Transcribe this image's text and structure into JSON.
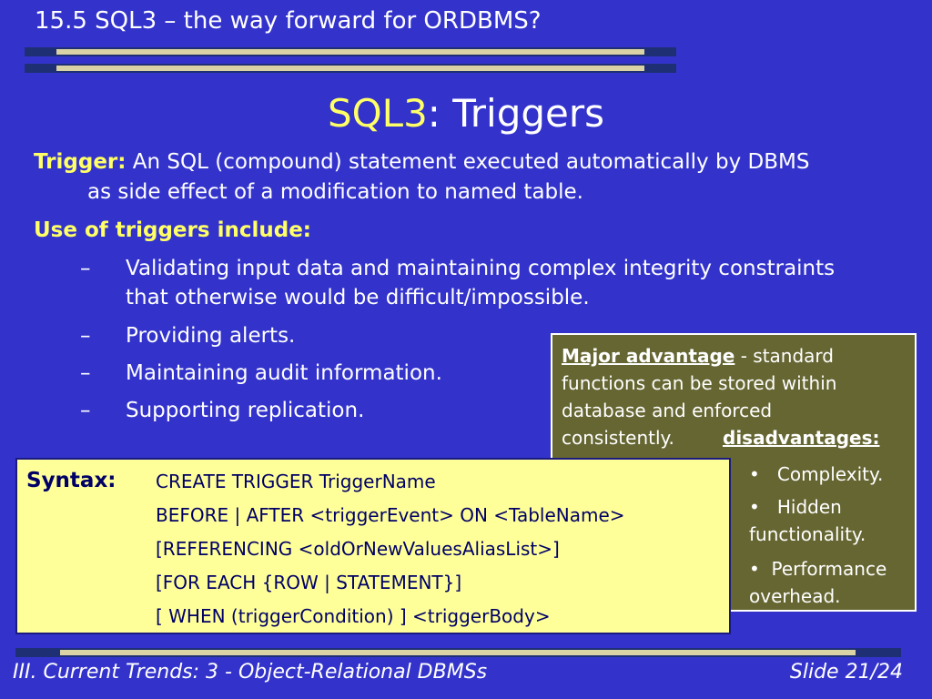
{
  "header": {
    "section_title": "15.5 SQL3 – the way forward for ORDBMS?"
  },
  "title": {
    "accent": "SQL3",
    "rest": ": Triggers"
  },
  "definition": {
    "term": "Trigger:",
    "line1": " An SQL (compound) statement executed automatically by DBMS",
    "line2": "as side effect of a modification to named table."
  },
  "uses": {
    "heading": "Use of triggers include:",
    "bullet": "–",
    "items": [
      {
        "line1": "Validating input data and maintaining complex integrity constraints",
        "line2": "that otherwise would be difficult/impossible."
      },
      {
        "line1": "Providing alerts."
      },
      {
        "line1": "Maintaining audit information."
      },
      {
        "line1": "Supporting replication."
      }
    ]
  },
  "advantage_box": {
    "major_label": "Major advantage",
    "major_text_1": " - standard",
    "major_text_2": "functions can be stored within",
    "major_text_3": "database and enforced",
    "major_text_4": "consistently.",
    "disadv_label": "disadvantages:",
    "bullet": "•",
    "items": [
      {
        "line1": "Complexity."
      },
      {
        "line1": "Hidden",
        "line2": "functionality."
      },
      {
        "line1": "Performance",
        "line2": "overhead."
      }
    ]
  },
  "syntax": {
    "label": "Syntax:",
    "lines": [
      "CREATE TRIGGER TriggerName",
      "BEFORE | AFTER <triggerEvent>   ON <TableName>",
      "[REFERENCING <oldOrNewValuesAliasList>]",
      "[FOR EACH {ROW | STATEMENT}]",
      "[ WHEN (triggerCondition) ]       <triggerBody>"
    ]
  },
  "footer": {
    "left": "III. Current Trends: 3 - Object-Relational DBMSs",
    "right": "Slide 21/24"
  },
  "colors": {
    "background": "#3333cc",
    "accent_yellow": "#ffff66",
    "box_olive": "#666633",
    "box_yellow": "#ffff99"
  }
}
